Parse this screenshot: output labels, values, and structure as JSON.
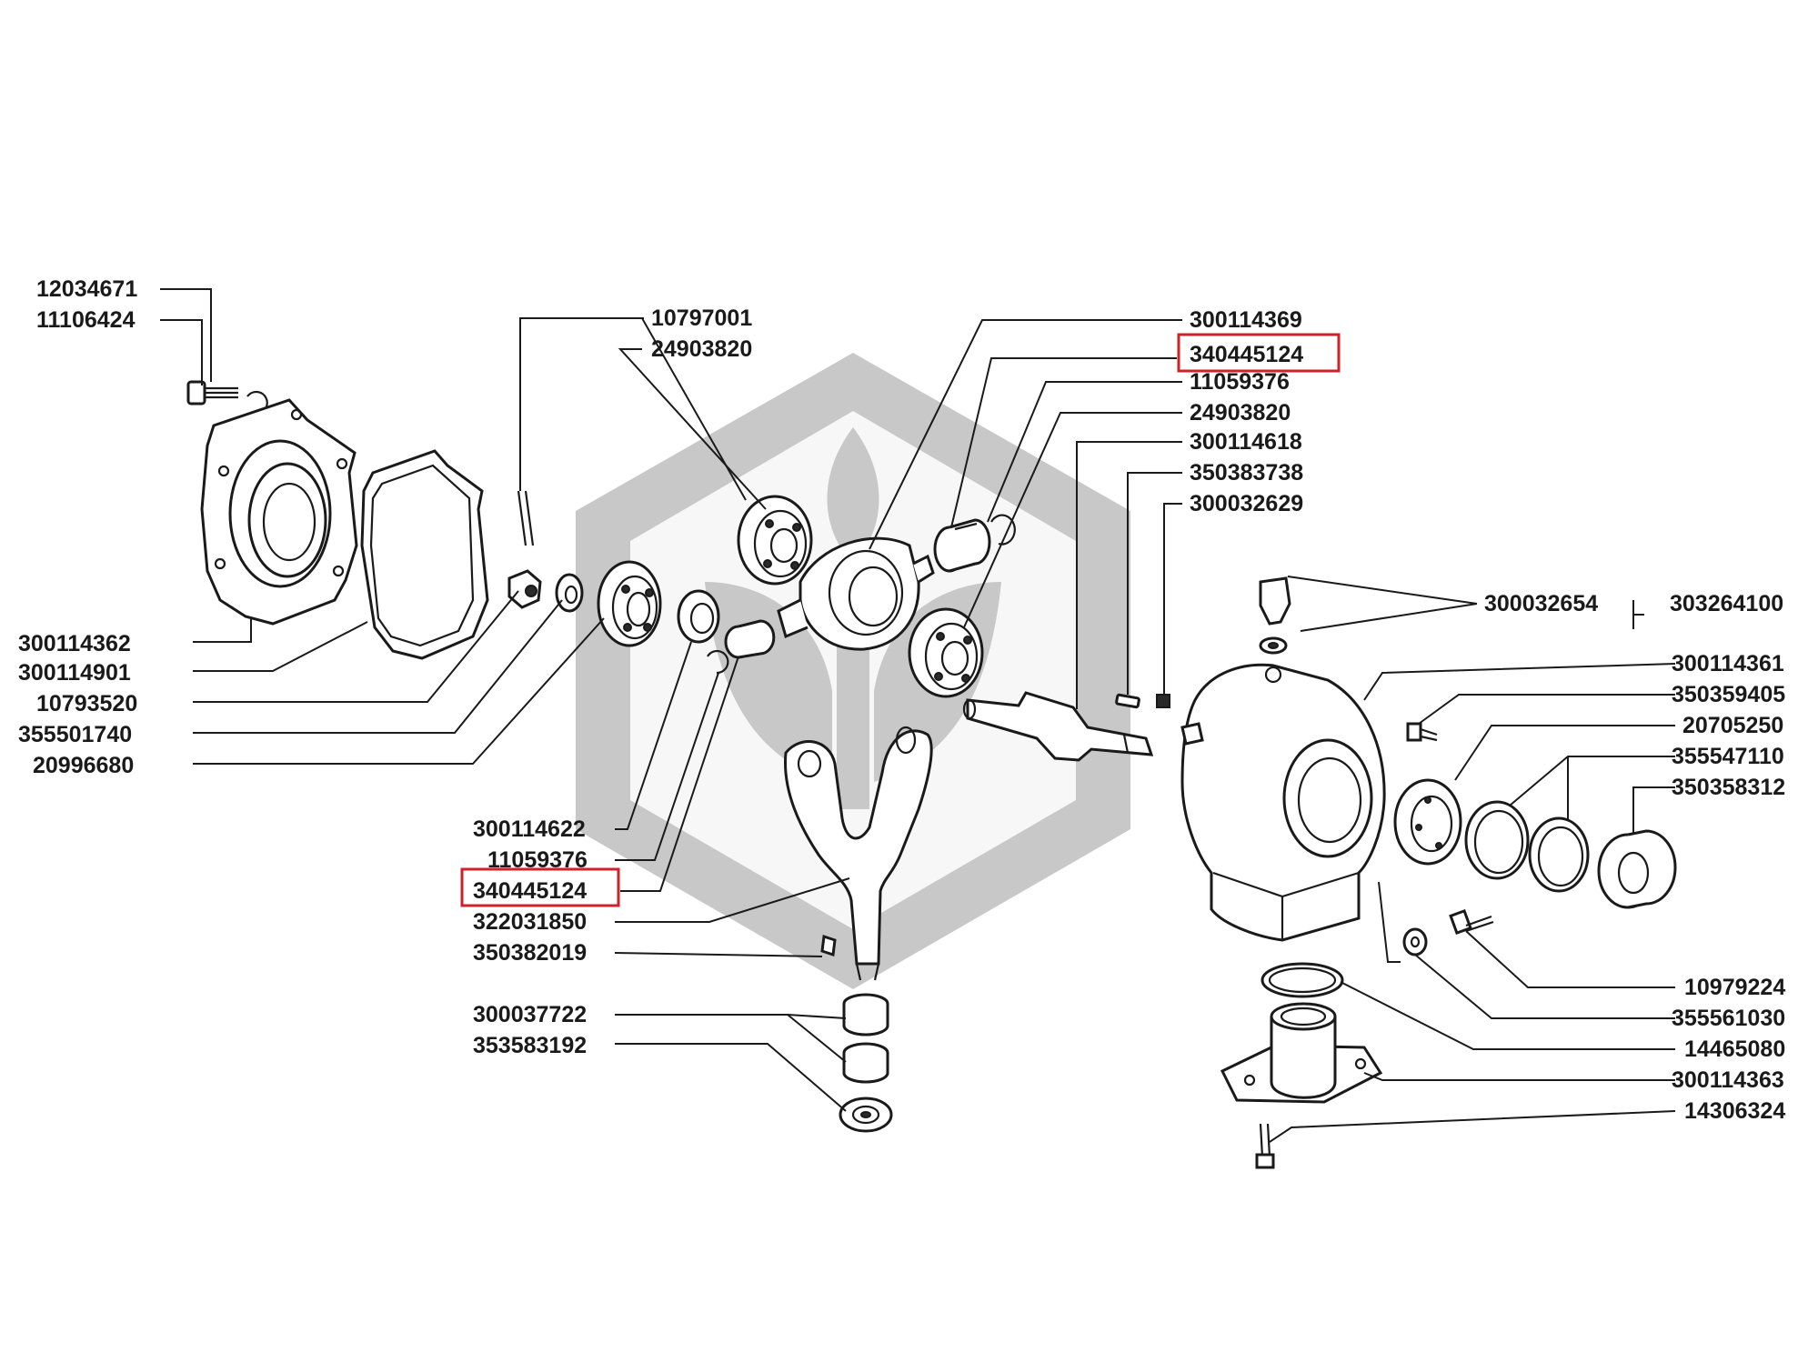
{
  "colors": {
    "highlight": "#d0202a",
    "ink": "#1a1a1a",
    "watermark": "#c8c8c8"
  },
  "watermark": {
    "icon": "hexagon-sprout-logo"
  },
  "labels": {
    "l_12034671": "12034671",
    "l_11106424": "11106424",
    "l_300114362": "300114362",
    "l_300114901": "300114901",
    "l_10793520": "10793520",
    "l_355501740": "355501740",
    "l_20996680": "20996680",
    "l_10797001": "10797001",
    "l_24903820_a": "24903820",
    "l_300114622": "300114622",
    "l_11059376_a": "11059376",
    "l_340445124_a": "340445124",
    "l_322031850": "322031850",
    "l_350382019": "350382019",
    "l_300037722": "300037722",
    "l_353583192": "353583192",
    "l_300114369": "300114369",
    "l_340445124_b": "340445124",
    "l_11059376_b": "11059376",
    "l_24903820_b": "24903820",
    "l_300114618": "300114618",
    "l_350383738": "350383738",
    "l_300032629": "300032629",
    "l_300032654": "300032654",
    "l_303264100": "303264100",
    "l_300114361": "300114361",
    "l_350359405": "350359405",
    "l_20705250": "20705250",
    "l_355547110": "355547110",
    "l_350358312": "350358312",
    "l_10979224": "10979224",
    "l_355561030": "355561030",
    "l_14465080": "14465080",
    "l_300114363": "300114363",
    "l_14306324": "14306324"
  },
  "highlighted": [
    "l_340445124_a",
    "l_340445124_b"
  ]
}
